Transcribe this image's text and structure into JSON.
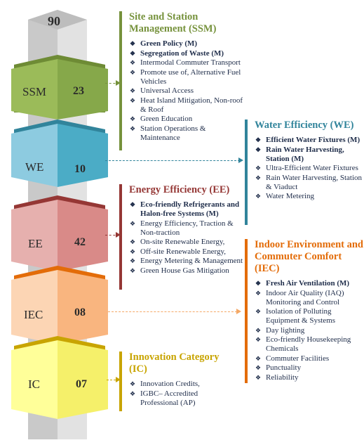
{
  "total": "90",
  "bands": [
    {
      "abbr": "SSM",
      "value": "23",
      "color": "#8fb04a"
    },
    {
      "abbr": "WE",
      "value": "10",
      "color": "#5aa7c9"
    },
    {
      "abbr": "EE",
      "value": "42",
      "color": "#d77b7b"
    },
    {
      "abbr": "IEC",
      "value": "08",
      "color": "#f4a866"
    },
    {
      "abbr": "IC",
      "value": "07",
      "color": "#f3ee6a"
    }
  ],
  "panels": {
    "ssm": {
      "title": "Site and Station Management (SSM)",
      "color": "#76923c",
      "items": [
        {
          "text": "Green Policy (M)",
          "bold": true
        },
        {
          "text": "Segregation of Waste (M)",
          "bold": true
        },
        {
          "text": "Intermodal Commuter Transport",
          "bold": false
        },
        {
          "text": "Promote use of, Alternative Fuel Vehicles",
          "bold": false
        },
        {
          "text": "Universal Access",
          "bold": false
        },
        {
          "text": "Heat Island Mitigation, Non-roof & Roof",
          "bold": false
        },
        {
          "text": "Green Education",
          "bold": false
        },
        {
          "text": "Station Operations & Maintenance",
          "bold": false
        }
      ]
    },
    "we": {
      "title": "Water Efficiency (WE)",
      "color": "#31849b",
      "items": [
        {
          "text": "Efficient Water Fixtures (M)",
          "bold": true
        },
        {
          "text": "Rain Water Harvesting, Station (M)",
          "bold": true
        },
        {
          "text": "Ultra-Efficient Water Fixtures",
          "bold": false
        },
        {
          "text": "Rain Water Harvesting, Station & Viaduct",
          "bold": false
        },
        {
          "text": "Water Metering",
          "bold": false
        }
      ]
    },
    "ee": {
      "title": "Energy Efficiency (EE)",
      "color": "#953735",
      "items": [
        {
          "text": "Eco-friendly Refrigerants and Halon-free Systems (M)",
          "bold": true
        },
        {
          "text": "Energy Efficiency, Traction & Non-traction",
          "bold": false
        },
        {
          "text": "On-site Renewable Energy,",
          "bold": false
        },
        {
          "text": "Off-site Renewable Energy,",
          "bold": false
        },
        {
          "text": "Energy Metering & Management",
          "bold": false
        },
        {
          "text": "Green House Gas Mitigation",
          "bold": false
        }
      ]
    },
    "iec": {
      "title": "Indoor Environment and Commuter Comfort (IEC)",
      "color": "#e36c09",
      "items": [
        {
          "text": "Fresh Air Ventilation (M)",
          "bold": true
        },
        {
          "text": "Indoor Air Quality (IAQ) Monitoring and Control",
          "bold": false
        },
        {
          "text": "Isolation of Polluting Equipment & Systems",
          "bold": false
        },
        {
          "text": "Day lighting",
          "bold": false
        },
        {
          "text": "Eco-friendly Housekeeping Chemicals",
          "bold": false
        },
        {
          "text": "Commuter Facilities",
          "bold": false
        },
        {
          "text": "Punctuality",
          "bold": false
        },
        {
          "text": "Reliability",
          "bold": false
        }
      ]
    },
    "ic": {
      "title": "Innovation Category (IC)",
      "color": "#c8a400",
      "items": [
        {
          "text": "Innovation Credits,",
          "bold": false
        },
        {
          "text": "IGBC– Accredited Professional (AP)",
          "bold": false
        }
      ]
    }
  }
}
